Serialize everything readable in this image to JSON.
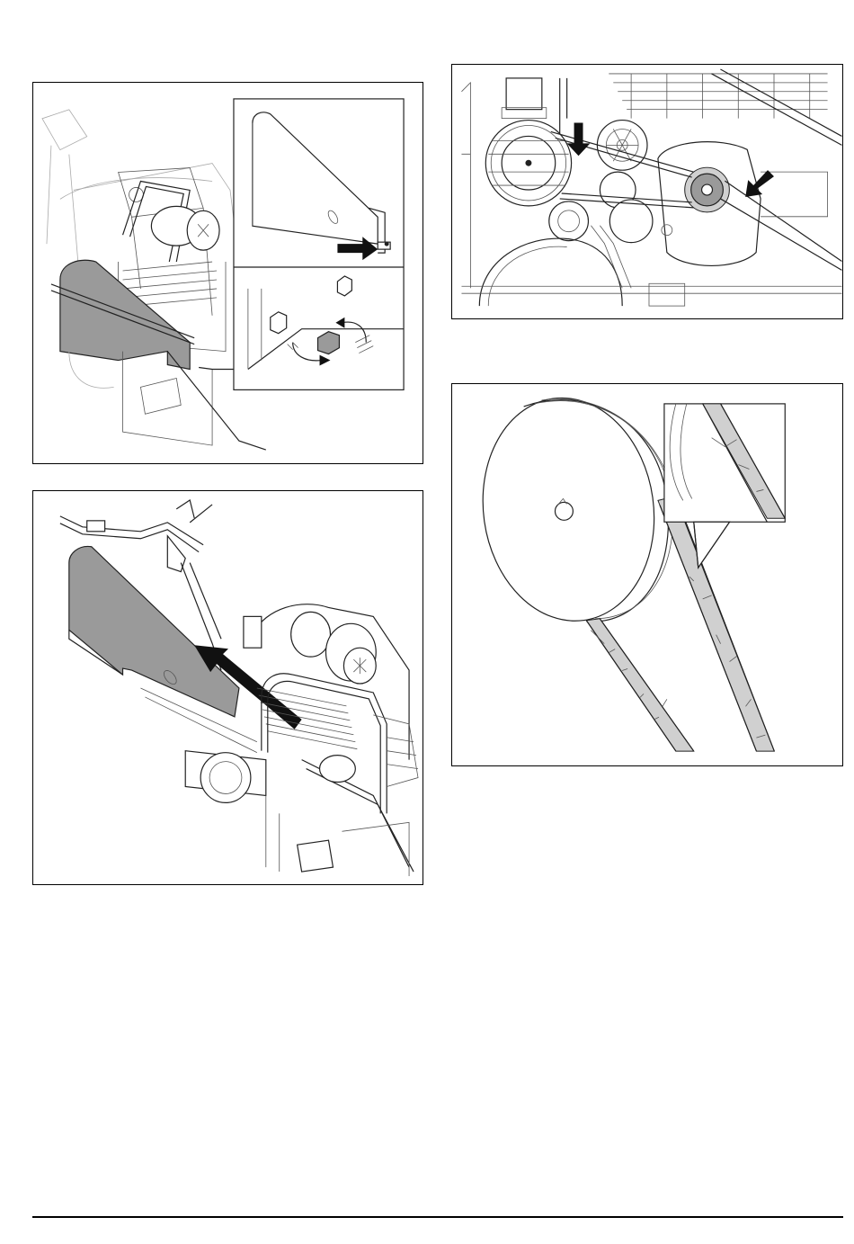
{
  "page": {
    "figures": [
      {
        "id": "fig-remove-belt-guard-screws"
      },
      {
        "id": "fig-lift-belt-guard"
      },
      {
        "id": "fig-belt-pulley-arrows"
      },
      {
        "id": "fig-cracked-v-belt"
      }
    ]
  },
  "icons": {
    "arrow": "arrow-icon",
    "rotate": "rotate-icon",
    "nut": "hex-nut-icon"
  },
  "colors": {
    "line": "#222222",
    "shaded_part": "#9a9a9a",
    "light_part": "#d0d0d0",
    "arrow": "#111111",
    "background": "#ffffff"
  }
}
